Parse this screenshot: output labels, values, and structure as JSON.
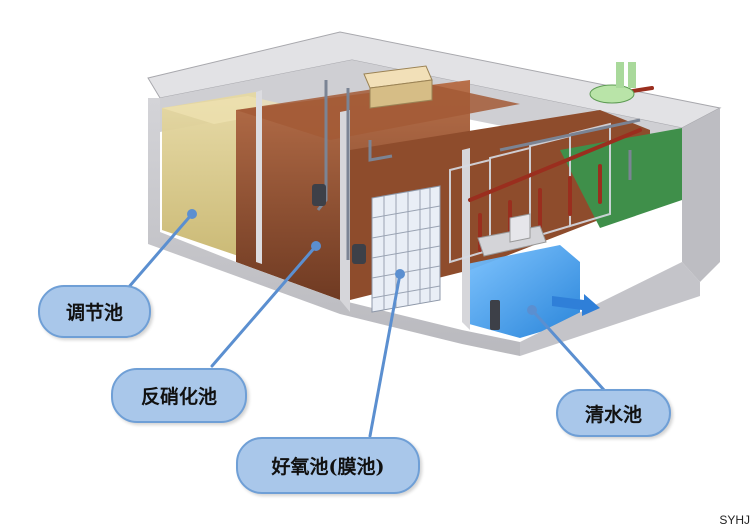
{
  "labels": {
    "regulating_tank": "调节池",
    "denitrification_tank": "反硝化池",
    "aerobic_tank": "好氧池(膜池)",
    "clear_water_tank": "清水池"
  },
  "credit": "SYHJ",
  "colors": {
    "bubble_fill": "#a9c7ea",
    "bubble_border": "#6f9fd6",
    "leader_line": "#5b8fd0",
    "concrete": "#d9d9dc",
    "regulating_water": "#d9c98a",
    "sludge_brown": "#8b4a2a",
    "clear_water": "#2f8fe0",
    "pipe_red": "#9a2e1e",
    "grass": "#3f8f4a"
  }
}
